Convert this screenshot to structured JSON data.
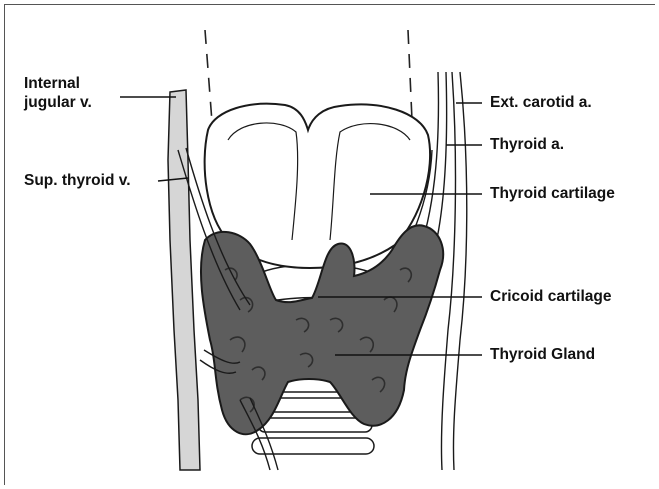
{
  "labels": {
    "internal_jugular_line1": "Internal",
    "internal_jugular_line2": "jugular v.",
    "sup_thyroid_v": "Sup. thyroid v.",
    "ext_carotid": "Ext. carotid a.",
    "thyroid_a": "Thyroid a.",
    "thyroid_cartilage": "Thyroid cartilage",
    "cricoid_cartilage": "Cricoid cartilage",
    "thyroid_gland": "Thyroid Gland"
  },
  "colors": {
    "gland": "#5d5d5d",
    "gland_texture": "#3a3a3a",
    "vein": "#d6d6d6",
    "cartilage": "#ffffff",
    "outline": "#1a1a1a"
  }
}
